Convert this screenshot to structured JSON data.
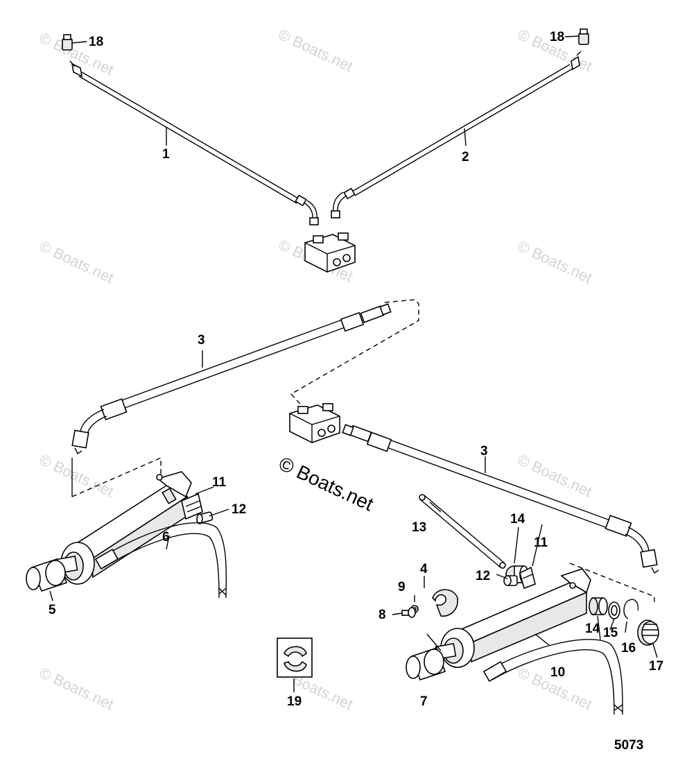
{
  "watermark": {
    "text": "© Boats.net",
    "symbol": "©",
    "brand": "Boats.net"
  },
  "figure_number": "5073",
  "callouts": [
    "1",
    "2",
    "3",
    "3",
    "4",
    "5",
    "6",
    "7",
    "8",
    "9",
    "10",
    "11",
    "11",
    "12",
    "12",
    "13",
    "14",
    "14",
    "15",
    "16",
    "17",
    "18",
    "18",
    "19"
  ],
  "colors": {
    "ink": "#000000",
    "watermark": "#d4d4d4",
    "background": "#ffffff"
  }
}
